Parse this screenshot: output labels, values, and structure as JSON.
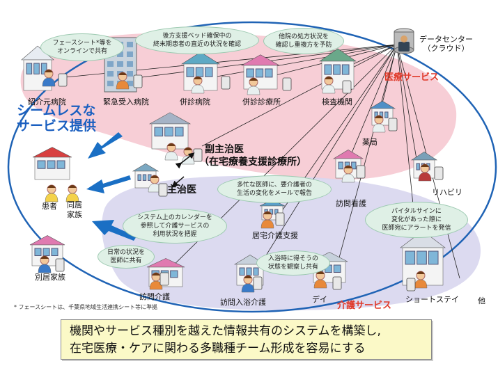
{
  "title_left": [
    "シームレスな",
    "サービス提供"
  ],
  "medical_label": "医療サービス",
  "care_label": "介護サービス",
  "data_center": [
    "データセンター",
    "（クラウド）"
  ],
  "sub_doctor": [
    "副主治医",
    "（在宅療養支援診療所）"
  ],
  "main_doctor": "主治医",
  "patient": "患者",
  "family_together": [
    "同居",
    "家族"
  ],
  "family_separate": "別居家族",
  "facilities": {
    "referral_hospital": "紹介元病院",
    "emergency_hospital": "緊急受入病院",
    "affiliated_hospital": "併診病院",
    "affiliated_clinic": "併診診療所",
    "lab": "検査機関",
    "pharmacy": "薬局",
    "rehab": "リハビリ",
    "visit_nursing": "訪問看護",
    "home_care_support": "居宅介護支援",
    "visit_care": "訪問介護",
    "visit_bath": "訪問入浴介護",
    "day": "デイ",
    "short_stay": "ショートステイ",
    "other": "他"
  },
  "bubbles": {
    "face_sheet": [
      "フェースシート*等を",
      "オンラインで共有"
    ],
    "bed": [
      "後方支援ベッド確保中の",
      "終末期患者の直近の状況を確認"
    ],
    "prescription": [
      "他院の処方状況を",
      "確認し重複方を予防"
    ],
    "email": [
      "多忙な医師に、要介護者の",
      "生活の変化をメールで報告"
    ],
    "calendar": [
      "システム上のカレンダーを",
      "参照して介護サービスの",
      "利用状況を把握"
    ],
    "daily": [
      "日常の状況を",
      "医師に共有"
    ],
    "bath": [
      "入浴時に得そうの",
      "状態を観察し共有"
    ],
    "vital": [
      "バイタルサインに",
      "変化があった際に",
      "医師宛にアラートを発信"
    ]
  },
  "footnote": "* フェースシートは、千葉県地域生活連携シート等に準拠",
  "caption": [
    "機関やサービス種別を越えた情報共有のシステムを構築し,",
    "在宅医療・ケアに関わる多職種チーム形成を容易にする"
  ],
  "colors": {
    "medical_region": "#f6c6cf",
    "care_region": "#d8d6ee",
    "ellipse": "#1f63b5",
    "arrow": "#1a6fc4",
    "title_blue": "#1a5fc0",
    "red_label": "#e03a2a",
    "bubble_fill": "#dff0e6"
  }
}
